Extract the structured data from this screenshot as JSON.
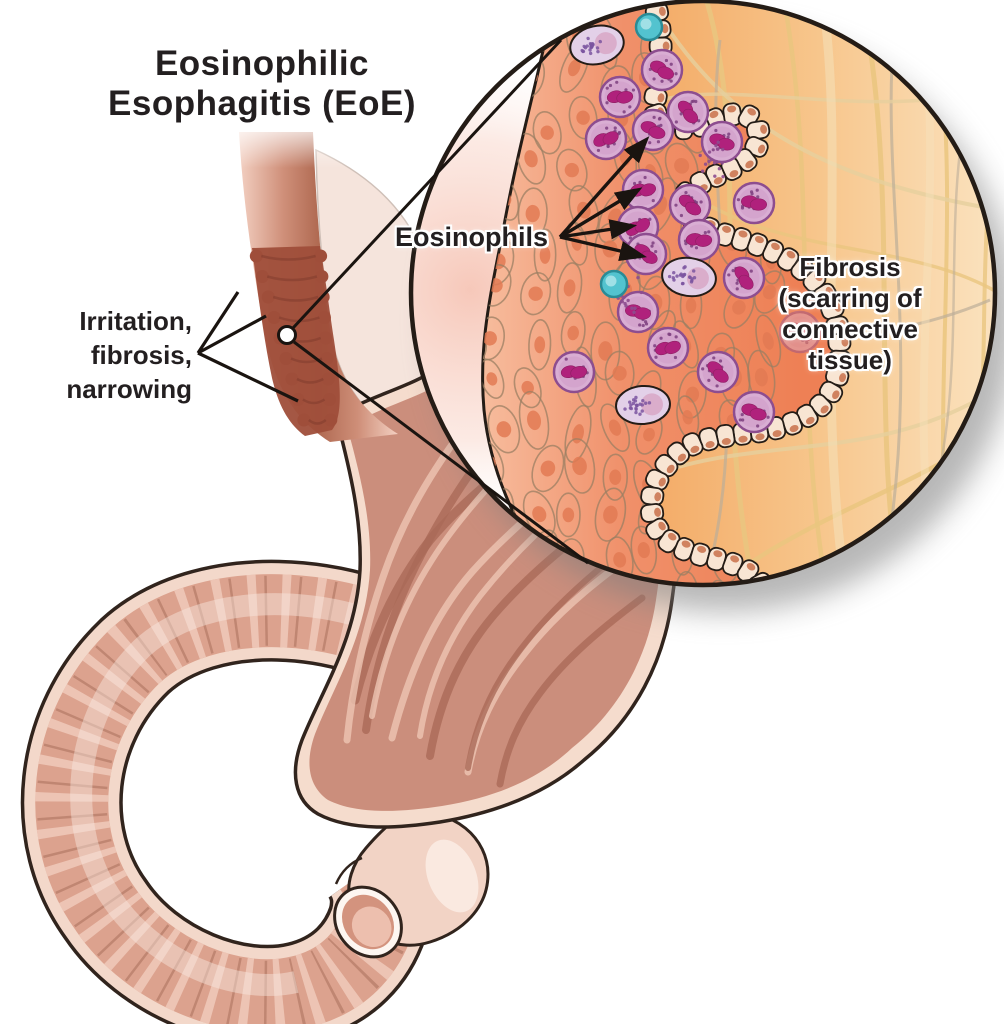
{
  "title": {
    "line1": "Eosinophilic",
    "line2": "Esophagitis (EoE)"
  },
  "annotations": {
    "esophagus_callout": {
      "line1": "Irritation,",
      "line2": "fibrosis,",
      "line3": "narrowing"
    },
    "inset_eosinophils": "Eosinophils",
    "inset_fibrosis": {
      "line1": "Fibrosis",
      "line2": "(scarring of",
      "line3": "connective",
      "line4": "tissue)"
    }
  },
  "inset": {
    "eosinophil_count": 18,
    "teal_cell_count": 2,
    "lavender_cell_count": 3,
    "eosinophil_arrow_count": 4,
    "irritation_leader_line_count": 3
  },
  "colors": {
    "background": "#ffffff",
    "text": "#231f20",
    "outline": "#2a1f18",
    "epithelium": "#f0906a",
    "connective_tissue": "#f2a35c",
    "fiber_tan": "#eac57f",
    "fiber_gray": "#bcae99",
    "eosinophil_body": "#d9aed3",
    "eosinophil_nucleus": "#b0217c",
    "basement_cells": "#f8e5d3",
    "stomach_interior": "#cb8e7c",
    "stomach_rim": "#f5dccd",
    "esophagus_narrow": "#9f4e3a",
    "bowel": "#dca28e",
    "teal_cell": "#53c3cf",
    "lavender_cell": "#e3d0e8"
  }
}
